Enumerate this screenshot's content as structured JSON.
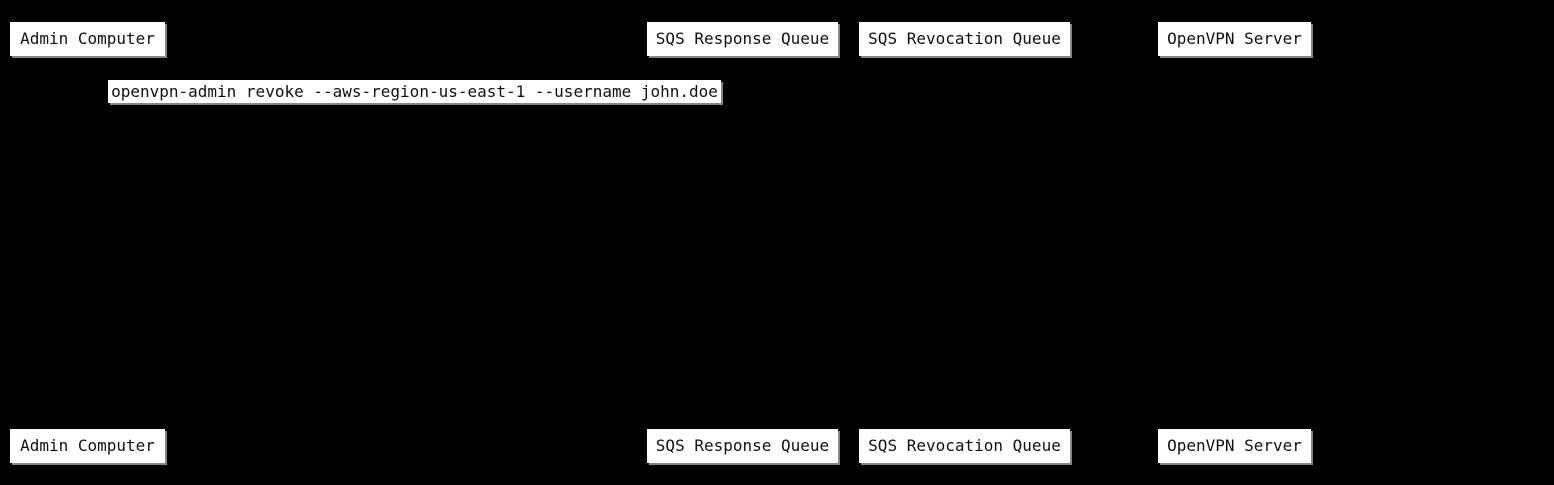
{
  "diagram": {
    "type": "sequence-diagram",
    "colors": {
      "background": "#000000",
      "box_fill": "#ffffff",
      "box_text": "#111111",
      "box_shadow": "#868686"
    },
    "participants": [
      {
        "label": "Admin Computer"
      },
      {
        "label": "SQS Response Queue"
      },
      {
        "label": "SQS Revocation Queue"
      },
      {
        "label": "OpenVPN Server"
      }
    ],
    "messages": [
      {
        "label": "openvpn-admin revoke --aws-region-us-east-1 --username john.doe"
      }
    ]
  }
}
